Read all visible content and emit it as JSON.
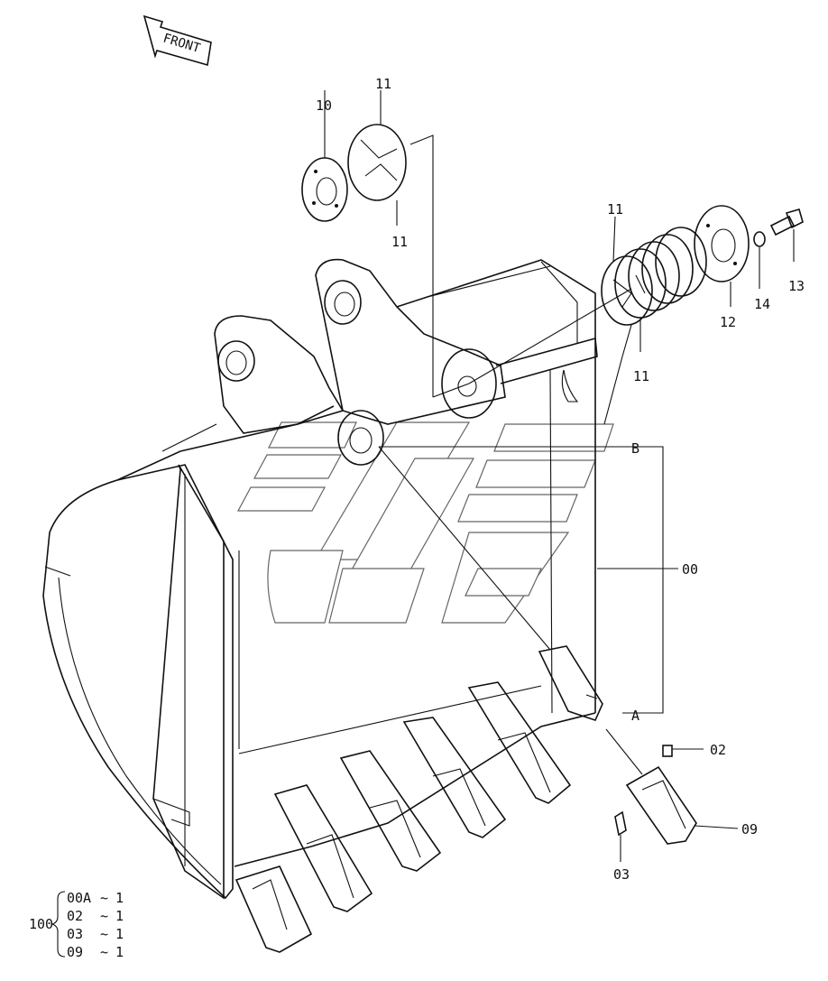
{
  "front_label": "FRONT",
  "callouts": {
    "c00": "00",
    "c02": "02",
    "c03": "03",
    "c09": "09",
    "c10": "10",
    "c11a": "11",
    "c11b": "11",
    "c11c": "11",
    "c11d": "11",
    "c12": "12",
    "c13": "13",
    "c14": "14",
    "cA": "A",
    "cB": "B"
  },
  "kit": {
    "number": "100",
    "items": [
      {
        "part": "00A",
        "sep": "~",
        "qty": "1"
      },
      {
        "part": "02",
        "sep": "~",
        "qty": "1"
      },
      {
        "part": "03",
        "sep": "~",
        "qty": "1"
      },
      {
        "part": "09",
        "sep": "~",
        "qty": "1"
      }
    ]
  }
}
